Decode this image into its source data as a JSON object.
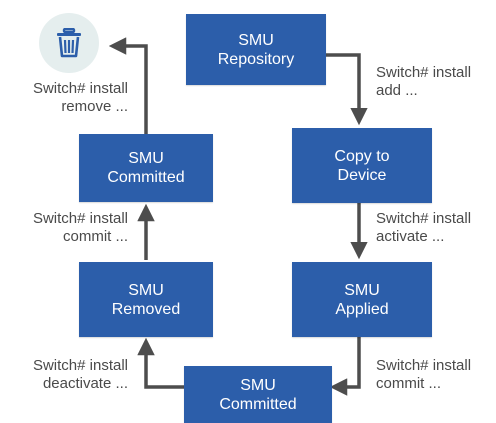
{
  "colors": {
    "node_fill": "#2c5eaa",
    "node_text": "#ffffff",
    "arrow": "#4d4d4d",
    "label_text": "#4a4a4a",
    "trash_bg": "#e5eeee",
    "trash_icon": "#2c5eaa"
  },
  "icons": {
    "trash": "trash-can-icon"
  },
  "nodes": {
    "repository": {
      "line1": "SMU",
      "line2": "Repository"
    },
    "copy_to_device": {
      "line1": "Copy to",
      "line2": "Device"
    },
    "applied": {
      "line1": "SMU",
      "line2": "Applied"
    },
    "committed_bottom": {
      "line1": "SMU",
      "line2": "Committed"
    },
    "removed": {
      "line1": "SMU",
      "line2": "Removed"
    },
    "committed_top": {
      "line1": "SMU",
      "line2": "Committed"
    }
  },
  "commands": {
    "install_add": {
      "line1": "Switch# install",
      "line2": "add ..."
    },
    "install_activate": {
      "line1": "Switch# install",
      "line2": "activate ..."
    },
    "install_commit_right": {
      "line1": "Switch# install",
      "line2": "commit ..."
    },
    "install_deactivate": {
      "line1": "Switch# install",
      "line2": "deactivate ..."
    },
    "install_commit_left": {
      "line1": "Switch# install",
      "line2": "commit ..."
    },
    "install_remove": {
      "line1": "Switch# install",
      "line2": "remove ..."
    }
  }
}
